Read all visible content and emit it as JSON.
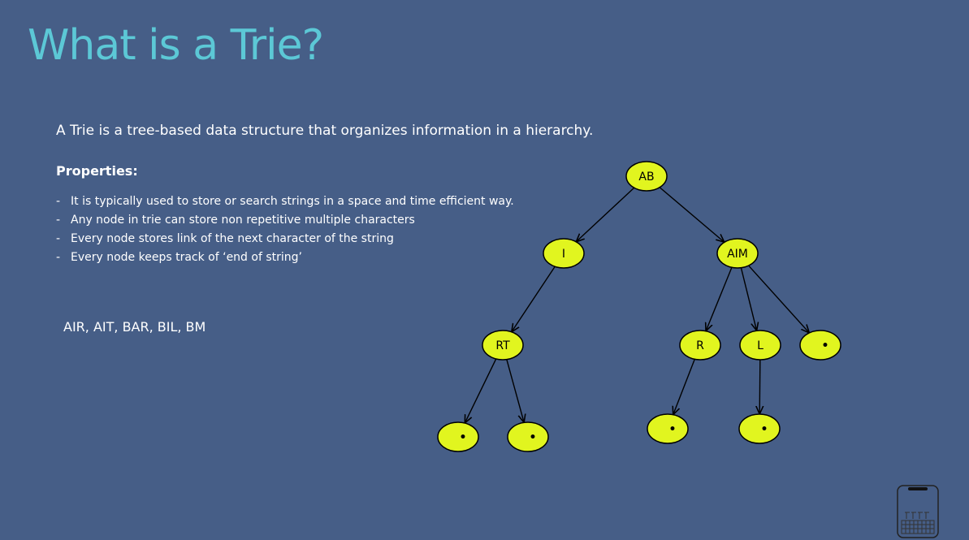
{
  "slide": {
    "title": "What is a Trie?",
    "intro": "A Trie is a tree-based data structure that organizes information in a hierarchy.",
    "properties_heading": "Properties:",
    "properties": [
      "It is typically used to store or search strings in a space and time efficient way.",
      "Any node in trie can store non repetitive multiple characters",
      "Every node stores link of the next character of the string",
      "Every node keeps track of ‘end of string’"
    ],
    "examples": "AIR, AIT, BAR, BIL, BM"
  },
  "trie": {
    "node_color": "#e1f51f",
    "nodes": [
      {
        "id": "ab",
        "label": "AB"
      },
      {
        "id": "i",
        "label": "I"
      },
      {
        "id": "aim",
        "label": "AIM"
      },
      {
        "id": "rt",
        "label": "RT"
      },
      {
        "id": "r",
        "label": "R"
      },
      {
        "id": "l",
        "label": "L"
      },
      {
        "id": "end-aim",
        "label": "•"
      },
      {
        "id": "end-rt-1",
        "label": "•"
      },
      {
        "id": "end-rt-2",
        "label": "•"
      },
      {
        "id": "end-r",
        "label": "•"
      },
      {
        "id": "end-l",
        "label": "•"
      }
    ],
    "edges": [
      [
        "ab",
        "i"
      ],
      [
        "ab",
        "aim"
      ],
      [
        "i",
        "rt"
      ],
      [
        "aim",
        "r"
      ],
      [
        "aim",
        "l"
      ],
      [
        "aim",
        "end-aim"
      ],
      [
        "rt",
        "end-rt-1"
      ],
      [
        "rt",
        "end-rt-2"
      ],
      [
        "r",
        "end-r"
      ],
      [
        "l",
        "end-l"
      ]
    ]
  },
  "icons": {
    "corner": "phone-keyboard-icon"
  }
}
